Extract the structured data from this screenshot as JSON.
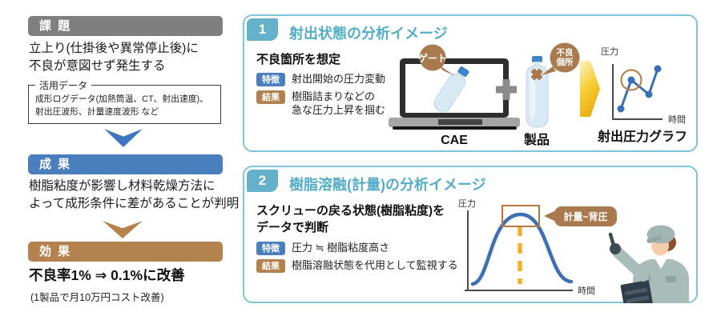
{
  "left_flow": {
    "issue": {
      "label": "課 題",
      "lines": [
        "立上り(仕掛後や異常停止後)に",
        "不良が意図せず発生する"
      ]
    },
    "data_box": {
      "label": "活用データ",
      "lines": [
        "成形ログデータ(加熱筒温、CT、射出速度)、",
        "射出圧波形、計量速度波形 など"
      ]
    },
    "result": {
      "label": "成 果",
      "lines": [
        "樹脂粘度が影響し材料乾燥方法に",
        "よって成形条件に差があることが判明"
      ]
    },
    "effect": {
      "label": "効 果",
      "headline": "不良率1% ⇒ 0.1%に改善",
      "note": "(1製品で月10万円コスト改善)"
    }
  },
  "panel1": {
    "number": "1",
    "title": "射出状態の分析イメージ",
    "subtitle": "不良箇所を想定",
    "feature": {
      "label": "特徴",
      "text": "射出開始の圧力変動"
    },
    "result": {
      "label": "結果",
      "lines": [
        "樹脂詰まりなどの",
        "急な圧力上昇を掴む"
      ]
    },
    "gate_bubble": "ゲート",
    "cae_label": "CAE",
    "defect_bubble": {
      "line1": "不良",
      "line2": "個所"
    },
    "product_label": "製品",
    "graph": {
      "ylabel": "圧力",
      "xlabel": "時間",
      "caption": "射出圧力グラフ"
    }
  },
  "panel2": {
    "number": "2",
    "title": "樹脂溶融(計量)の分析イメージ",
    "subtitle_lines": [
      "スクリューの戻る状態(樹脂粘度)を",
      "データで判断"
    ],
    "feature": {
      "label": "特徴",
      "text": "圧力 ≒ 樹脂粘度高さ"
    },
    "result": {
      "label": "結果",
      "text": "樹脂溶融状態を代用として監視する"
    },
    "bubble": "計量−背圧",
    "graph": {
      "ylabel": "圧力",
      "xlabel": "時間"
    }
  },
  "colors": {
    "issue_bar": "#7f7f7f",
    "result_bar": "#4a7ebc",
    "effect_bar": "#b4824f",
    "flow_arrow_blue": "#3e76c2",
    "flow_arrow_brown": "#b5824c",
    "panel_border": "#7ec5d9",
    "panel_number_bg": "#64b1c9",
    "panel_title": "#54adc7",
    "feature_badge": "#4a7ebc",
    "result_badge": "#b1824e",
    "speech_bubble_brown": "#a87a4e",
    "chart_blue": "#3a6fb7",
    "highlight_circle_brown": "#b5793f",
    "arrow_yellow": "#f2bb20",
    "dashed_yellow": "#f2b227"
  },
  "chart_data": [
    {
      "type": "line",
      "title": "射出圧力グラフ",
      "xlabel": "時間",
      "ylabel": "圧力",
      "x": [
        1,
        2,
        3,
        4
      ],
      "y": [
        2,
        5,
        4,
        6.5
      ],
      "annotation": "2点目(圧力急上昇点)を茶色の丸で強調"
    },
    {
      "type": "line",
      "title": "樹脂溶融(計量)圧力カーブ",
      "xlabel": "時間",
      "ylabel": "圧力",
      "shape": "bell",
      "annotation": "ピーク部を枠で囲み「計量−背圧」と注記、中心に黄色破線"
    }
  ]
}
